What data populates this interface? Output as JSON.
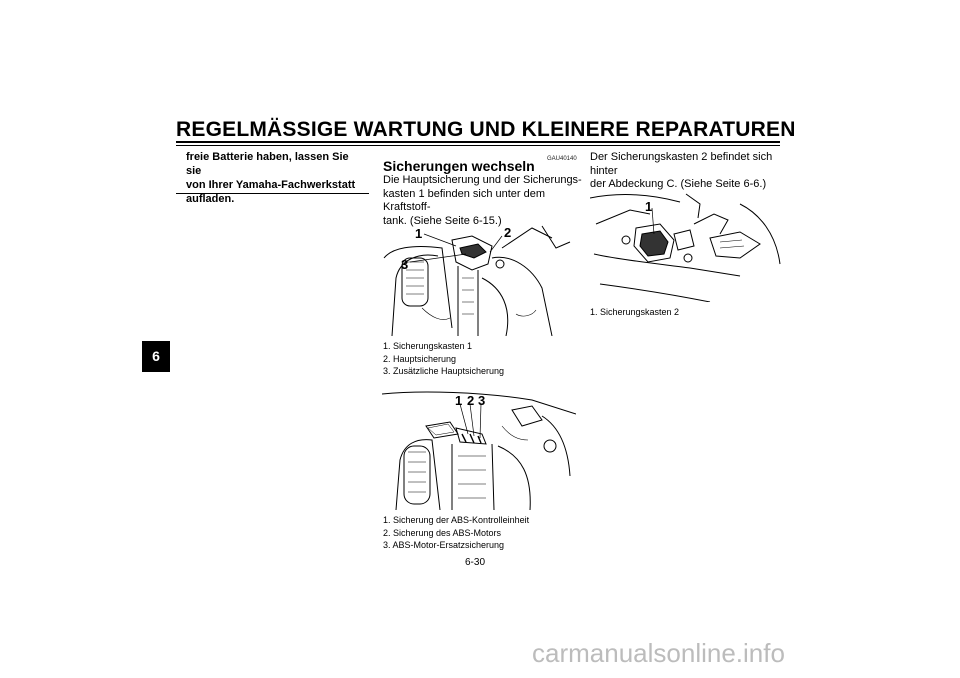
{
  "header": {
    "title": "REGELMÄSSIGE WARTUNG UND KLEINERE REPARATUREN"
  },
  "chapter_tab": "6",
  "warning_continuation": "freie Batterie haben, lassen Sie sie\nvon Ihrer Yamaha-Fachwerkstatt\naufladen.",
  "section": {
    "code": "GAU40140",
    "title": "Sicherungen wechseln",
    "intro": "Die Hauptsicherung und der Sicherungs-\nkasten 1 befinden sich unter dem Kraftstoff-\ntank. (Siehe Seite 6-15.)"
  },
  "figure1": {
    "callouts": [
      "1",
      "2",
      "3"
    ],
    "captions": [
      "1.  Sicherungskasten 1",
      "2.  Hauptsicherung",
      "3.  Zusätzliche Hauptsicherung"
    ]
  },
  "figure2": {
    "callouts": [
      "1",
      "2",
      "3"
    ],
    "captions": [
      "1.  Sicherung der ABS-Kontrolleinheit",
      "2.  Sicherung des ABS-Motors",
      "3.  ABS-Motor-Ersatzsicherung"
    ]
  },
  "right_column": {
    "text": "Der Sicherungskasten 2 befindet sich hinter\nder Abdeckung C. (Siehe Seite 6-6.)"
  },
  "figure3": {
    "callouts": [
      "1"
    ],
    "captions": [
      "1.  Sicherungskasten 2"
    ]
  },
  "page_number": "6-30",
  "watermark": "carmanualsonline.info"
}
